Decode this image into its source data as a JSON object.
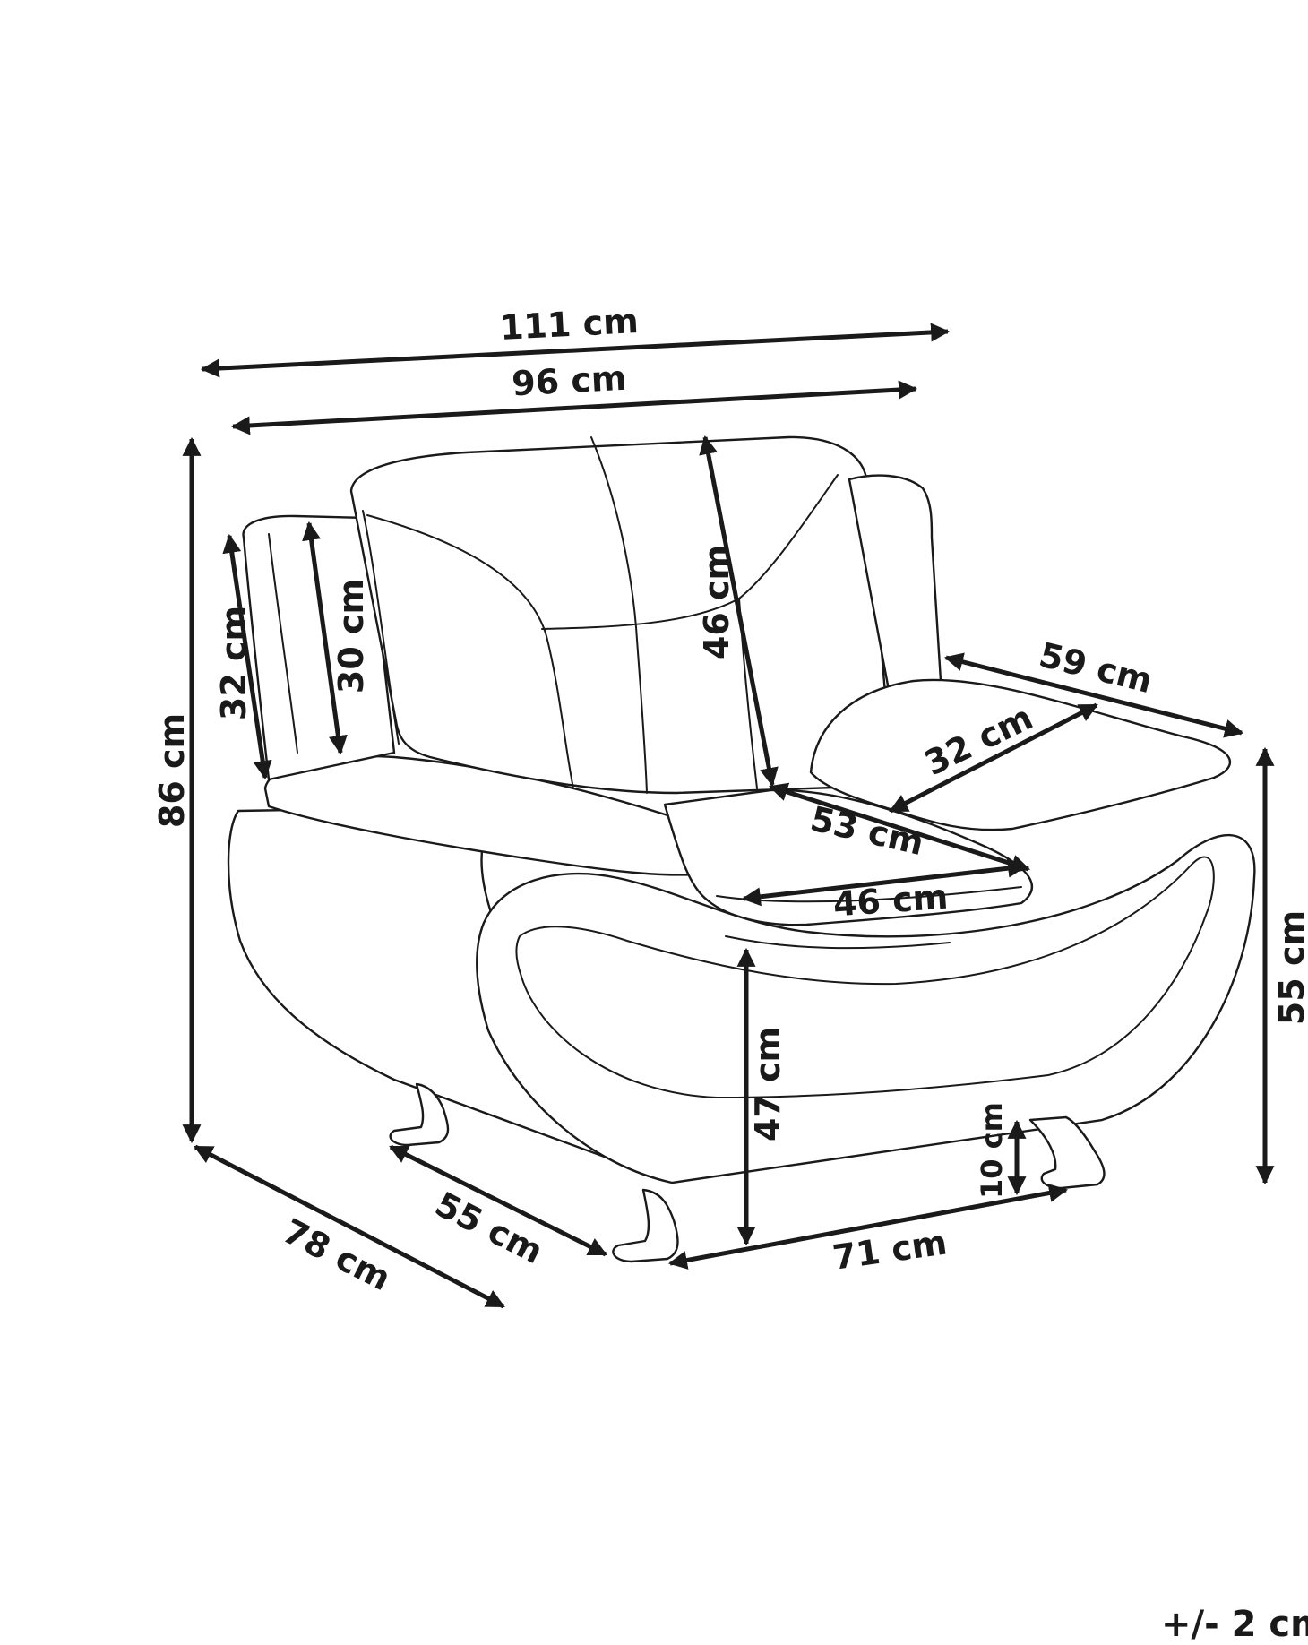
{
  "dimensions": {
    "overall_width": "111 cm",
    "inner_width": "96 cm",
    "overall_height": "86 cm",
    "arm_height_outer": "32 cm",
    "arm_height_inner": "30 cm",
    "back_height": "46 cm",
    "arm_length": "59 cm",
    "arm_width": "32 cm",
    "seat_depth": "53 cm",
    "seat_width": "46 cm",
    "seat_height": "47 cm",
    "arm_top_height": "55 cm",
    "leg_height": "10 cm",
    "overall_depth": "78 cm",
    "base_depth": "55 cm",
    "base_width": "71 cm"
  },
  "tolerance": "+/- 2 cm"
}
